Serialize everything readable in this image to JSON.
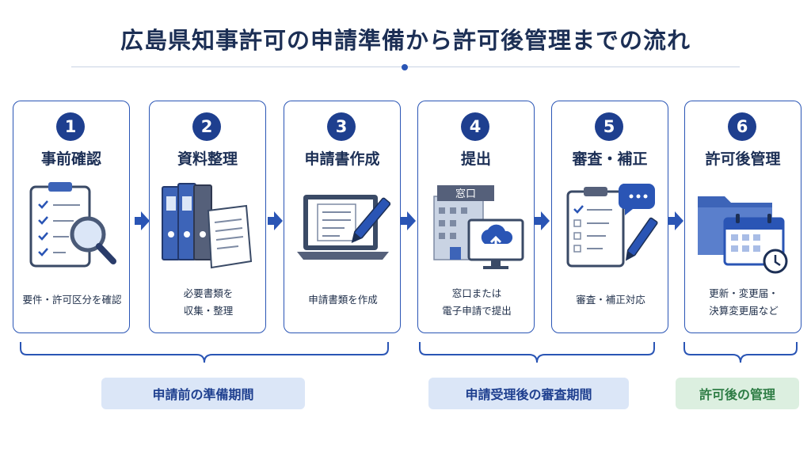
{
  "title": "広島県知事許可の申請準備から許可後管理までの流れ",
  "steps": [
    {
      "number": "1",
      "title": "事前確認",
      "desc_lines": [
        "要件・許可区分を確認"
      ]
    },
    {
      "number": "2",
      "title": "資料整理",
      "desc_lines": [
        "必要書類を",
        "収集・整理"
      ]
    },
    {
      "number": "3",
      "title": "申請書作成",
      "desc_lines": [
        "申請書類を作成"
      ]
    },
    {
      "number": "4",
      "title": "提出",
      "desc_lines": [
        "窓口または",
        "電子申請で提出"
      ],
      "building_sign": "窓口"
    },
    {
      "number": "5",
      "title": "審査・補正",
      "desc_lines": [
        "審査・補正対応"
      ]
    },
    {
      "number": "6",
      "title": "許可後管理",
      "desc_lines": [
        "更新・変更届・",
        "決算変更届など"
      ]
    }
  ],
  "phases": [
    {
      "label": "申請前の準備期間",
      "color": "#dbe6f7"
    },
    {
      "label": "申請受理後の審査期間",
      "color": "#dbe6f7"
    },
    {
      "label": "許可後の管理",
      "color": "#dcefe0"
    }
  ],
  "colors": {
    "accent": "#2a55b5",
    "navy": "#1e3f8f",
    "green": "#2e7d45"
  }
}
